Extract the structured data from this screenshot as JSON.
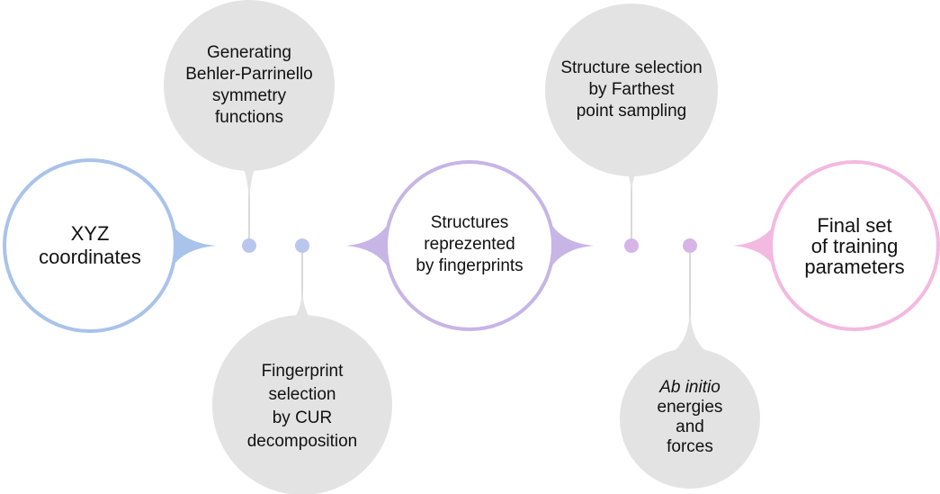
{
  "main_nodes": [
    {
      "id": "xyz",
      "lines": [
        "XYZ",
        "coordinates"
      ],
      "color": "#a9c3ea"
    },
    {
      "id": "fingerprints",
      "lines": [
        "Structures",
        "reprezented",
        "by fingerprints"
      ],
      "color": "#c7b5e6"
    },
    {
      "id": "final",
      "lines": [
        "Final set",
        "of training",
        "parameters"
      ],
      "color": "#f3b9e0"
    }
  ],
  "side_nodes": [
    {
      "id": "bp-functions",
      "lines": [
        "Generating",
        "Behler-Parrinello",
        "symmetry",
        "functions"
      ],
      "italic_first": false
    },
    {
      "id": "cur-selection",
      "lines": [
        "Fingerprint",
        "selection",
        "by CUR",
        "decomposition"
      ],
      "italic_first": false
    },
    {
      "id": "fps-selection",
      "lines": [
        "Structure selection",
        "by Farthest",
        "point sampling"
      ],
      "italic_first": false
    },
    {
      "id": "ab-initio",
      "lines": [
        "Ab initio",
        "energies",
        "and",
        "forces"
      ],
      "italic_first": true
    }
  ],
  "colors": {
    "side_bubble": "#e3e3e3",
    "connector_dot_left": "#b9c7ef",
    "connector_dot_right": "#d7b4e6"
  }
}
